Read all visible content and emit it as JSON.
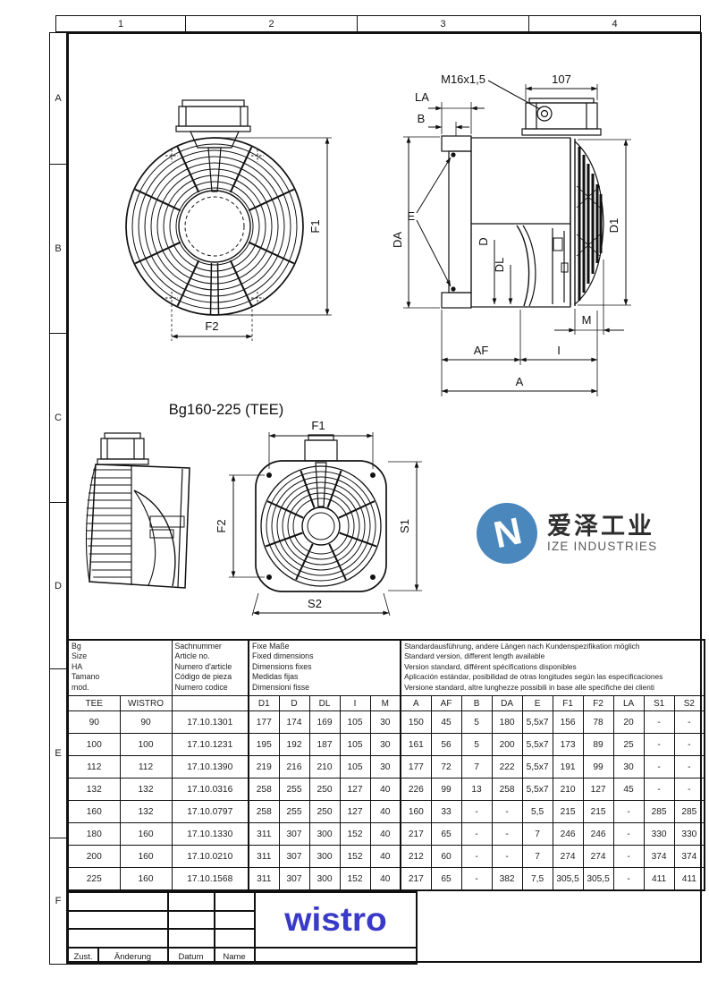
{
  "frame": {
    "top_columns": [
      "1",
      "2",
      "3",
      "4"
    ],
    "side_rows": [
      "A",
      "B",
      "C",
      "D",
      "E",
      "F"
    ]
  },
  "dims": {
    "f1": "F1",
    "f2": "F2",
    "s1": "S1",
    "s2": "S2",
    "m16": "M16x1,5",
    "w107": "107",
    "la": "LA",
    "b": "B",
    "e": "E",
    "da": "DA",
    "d": "D",
    "dl": "DL",
    "d1": "D1",
    "m": "M",
    "af": "AF",
    "i": "I",
    "a": "A"
  },
  "variant_title": "Bg160-225 (TEE)",
  "ize_logo": {
    "cn": "爱泽工业",
    "en": "IZE INDUSTRIES",
    "icon_letter": "N"
  },
  "wistro_logo": "wistro",
  "title_block": {
    "labels": [
      "Zust.",
      "Änderung",
      "Datum",
      "Name"
    ]
  },
  "colors": {
    "ize_blue": "#4a87bc",
    "wistro_blue": "#3a3ac8",
    "line": "#111111"
  },
  "table": {
    "col1_lines": [
      "Bg",
      "Size",
      "HA",
      "Tamano",
      "mod."
    ],
    "col2_lines": [
      "Sachnummer",
      "Article no.",
      "Numero d'article",
      "Código de pieza",
      "Numero codice"
    ],
    "col3_lines": [
      "Fixe Maße",
      "Fixed dimensions",
      "Dimensions fixes",
      "Medidas fijas",
      "Dimensioni fisse"
    ],
    "col4_lines": [
      "Standardausführung, andere Längen nach Kundenspezifikation möglich",
      "Standard version, different length available",
      "Version standard, différent spécifications disponibles",
      "Aplicación estándar, posibilidad de otras longitudes según las especificaciones",
      "Versione standard, altre lunghezze possibili in base alle specifiche dei clienti"
    ],
    "sub_headers": [
      "TEE",
      "WISTRO",
      "",
      "D1",
      "D",
      "DL",
      "I",
      "M",
      "A",
      "AF",
      "B",
      "DA",
      "E",
      "F1",
      "F2",
      "LA",
      "S1",
      "S2"
    ],
    "rows": [
      [
        "90",
        "90",
        "17.10.1301",
        "177",
        "174",
        "169",
        "105",
        "30",
        "150",
        "45",
        "5",
        "180",
        "5,5x7",
        "156",
        "78",
        "20",
        "-",
        "-"
      ],
      [
        "100",
        "100",
        "17.10.1231",
        "195",
        "192",
        "187",
        "105",
        "30",
        "161",
        "56",
        "5",
        "200",
        "5,5x7",
        "173",
        "89",
        "25",
        "-",
        "-"
      ],
      [
        "112",
        "112",
        "17.10.1390",
        "219",
        "216",
        "210",
        "105",
        "30",
        "177",
        "72",
        "7",
        "222",
        "5,5x7",
        "191",
        "99",
        "30",
        "-",
        "-"
      ],
      [
        "132",
        "132",
        "17.10.0316",
        "258",
        "255",
        "250",
        "127",
        "40",
        "226",
        "99",
        "13",
        "258",
        "5,5x7",
        "210",
        "127",
        "45",
        "-",
        "-"
      ],
      [
        "160",
        "132",
        "17.10.0797",
        "258",
        "255",
        "250",
        "127",
        "40",
        "160",
        "33",
        "-",
        "-",
        "5,5",
        "215",
        "215",
        "-",
        "285",
        "285"
      ],
      [
        "180",
        "160",
        "17.10.1330",
        "311",
        "307",
        "300",
        "152",
        "40",
        "217",
        "65",
        "-",
        "-",
        "7",
        "246",
        "246",
        "-",
        "330",
        "330"
      ],
      [
        "200",
        "160",
        "17.10.0210",
        "311",
        "307",
        "300",
        "152",
        "40",
        "212",
        "60",
        "-",
        "-",
        "7",
        "274",
        "274",
        "-",
        "374",
        "374"
      ],
      [
        "225",
        "160",
        "17.10.1568",
        "311",
        "307",
        "300",
        "152",
        "40",
        "217",
        "65",
        "-",
        "382",
        "7,5",
        "305,5",
        "305,5",
        "-",
        "411",
        "411"
      ]
    ]
  }
}
